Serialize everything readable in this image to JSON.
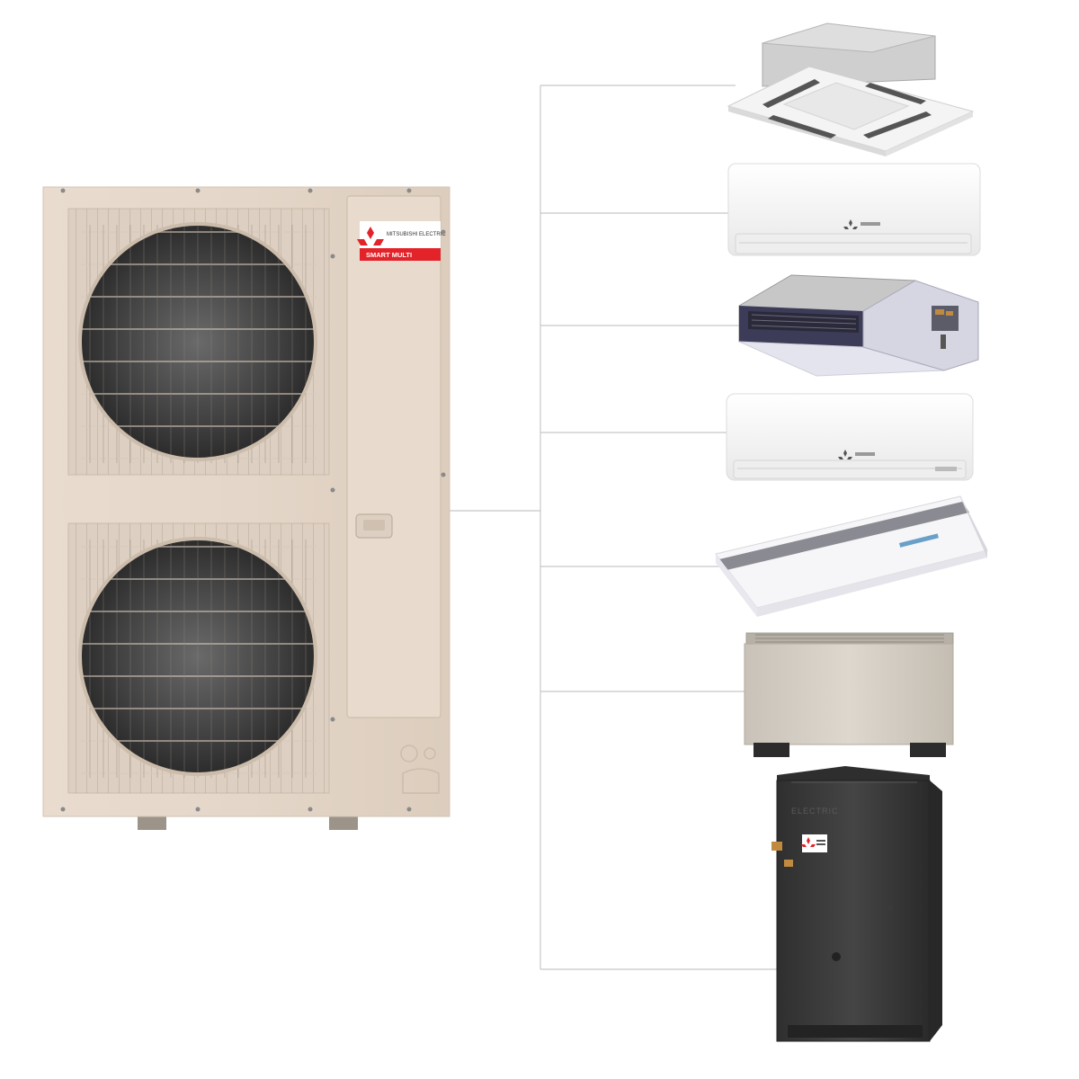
{
  "outdoor_unit": {
    "brand_logo_text": "MITSUBISHI ELECTRIC",
    "badge_text": "SMART MULTI"
  },
  "indoor_units": [
    {
      "type": "ceiling-cassette"
    },
    {
      "type": "wall-mounted"
    },
    {
      "type": "ducted"
    },
    {
      "type": "wall-mounted"
    },
    {
      "type": "ceiling-suspended"
    },
    {
      "type": "floor-standing"
    },
    {
      "type": "air-handler",
      "label_text": "ELECTRIC"
    }
  ],
  "colors": {
    "outdoor_body": "#e4d6c8",
    "badge_red": "#e3232a",
    "connector_line": "#c8c8c8",
    "air_handler": "#3a3a3a"
  }
}
